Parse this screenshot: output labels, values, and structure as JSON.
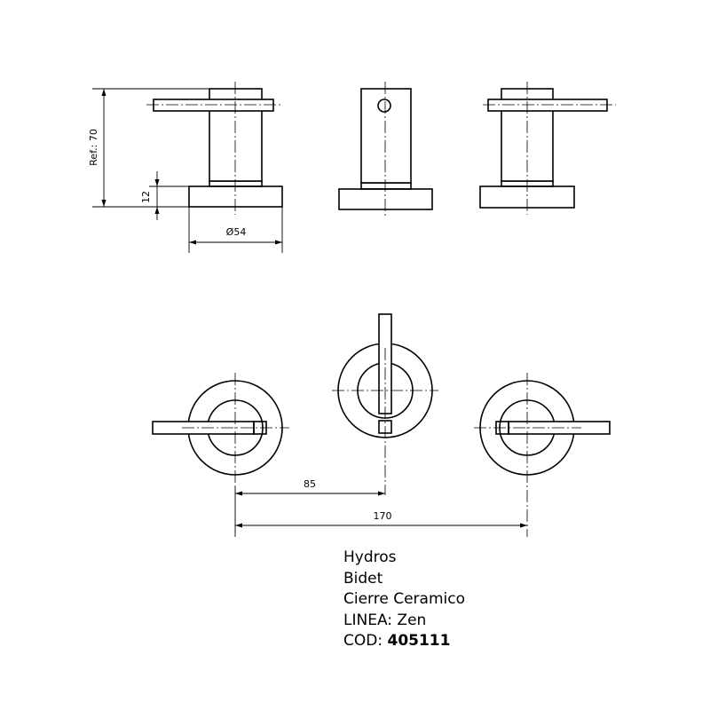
{
  "dimensions": {
    "height_ref": "Ref.: 70",
    "base_height": "12",
    "diameter": "Ø54",
    "spacing_half": "85",
    "spacing_total": "170"
  },
  "spec": {
    "brand": "Hydros",
    "product": "Bidet",
    "mechanism": "Cierre Ceramico",
    "line_label": "LINEA:",
    "line_value": "Zen",
    "code_label": "COD:",
    "code_value": "405111"
  }
}
